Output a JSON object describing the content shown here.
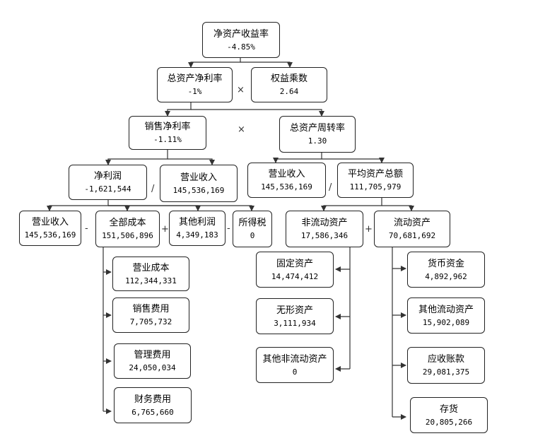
{
  "nodes": {
    "roe": {
      "label": "净资产收益率",
      "value": "-4.85%"
    },
    "roa": {
      "label": "总资产净利率",
      "value": "-1%"
    },
    "equity_multiplier": {
      "label": "权益乘数",
      "value": "2.64"
    },
    "net_margin": {
      "label": "销售净利率",
      "value": "-1.11%"
    },
    "asset_turnover": {
      "label": "总资产周转率",
      "value": "1.30"
    },
    "net_profit": {
      "label": "净利润",
      "value": "-1,621,544"
    },
    "revenue_a": {
      "label": "营业收入",
      "value": "145,536,169"
    },
    "revenue_b": {
      "label": "营业收入",
      "value": "145,536,169"
    },
    "avg_assets": {
      "label": "平均资产总额",
      "value": "111,705,979"
    },
    "revenue_c": {
      "label": "营业收入",
      "value": "145,536,169"
    },
    "total_cost": {
      "label": "全部成本",
      "value": "151,506,896"
    },
    "other_profit": {
      "label": "其他利润",
      "value": "4,349,183"
    },
    "income_tax": {
      "label": "所得税",
      "value": "0"
    },
    "noncurrent_assets": {
      "label": "非流动资产",
      "value": "17,586,346"
    },
    "current_assets": {
      "label": "流动资产",
      "value": "70,681,692"
    },
    "operating_cost": {
      "label": "营业成本",
      "value": "112,344,331"
    },
    "selling_expense": {
      "label": "销售费用",
      "value": "7,705,732"
    },
    "admin_expense": {
      "label": "管理费用",
      "value": "24,050,034"
    },
    "finance_expense": {
      "label": "财务费用",
      "value": "6,765,660"
    },
    "fixed_assets": {
      "label": "固定资产",
      "value": "14,474,412"
    },
    "intangible_assets": {
      "label": "无形资产",
      "value": "3,111,934"
    },
    "other_noncurrent": {
      "label": "其他非流动资产",
      "value": "0"
    },
    "monetary_funds": {
      "label": "货币资金",
      "value": "4,892,962"
    },
    "other_current": {
      "label": "其他流动资产",
      "value": "15,902,089"
    },
    "receivables": {
      "label": "应收账款",
      "value": "29,081,375"
    },
    "inventory": {
      "label": "存货",
      "value": "20,805,266"
    }
  },
  "operators": {
    "times_1": "×",
    "times_2": "×",
    "divide_1": "/",
    "divide_2": "/",
    "minus_1": "-",
    "plus_1": "+",
    "minus_2": "-",
    "plus_2": "+"
  },
  "colors": {
    "border": "#222222",
    "line": "#333333",
    "background": "#ffffff"
  }
}
